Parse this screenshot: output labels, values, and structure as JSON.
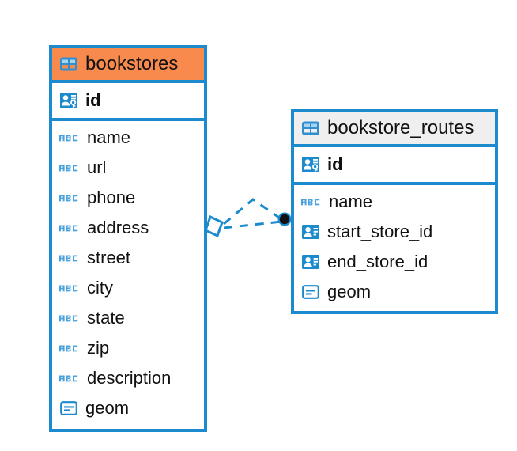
{
  "diagram": {
    "type": "entity-relationship-diagram",
    "background_color": "#ffffff",
    "accent_color": "#1B8BCD",
    "highlight_color": "#F98A4E",
    "neutral_header_color": "#EFEFEF"
  },
  "entities": [
    {
      "name": "bookstores",
      "title": "bookstores",
      "header_style": "accent",
      "header_icon": "table-icon",
      "primary_keys": [
        {
          "label": "id",
          "icon": "primary-key-icon"
        }
      ],
      "fields": [
        {
          "label": "name",
          "icon": "text-abc-icon"
        },
        {
          "label": "url",
          "icon": "text-abc-icon"
        },
        {
          "label": "phone",
          "icon": "text-abc-icon"
        },
        {
          "label": "address",
          "icon": "text-abc-icon"
        },
        {
          "label": "street",
          "icon": "text-abc-icon"
        },
        {
          "label": "city",
          "icon": "text-abc-icon"
        },
        {
          "label": "state",
          "icon": "text-abc-icon"
        },
        {
          "label": "zip",
          "icon": "text-abc-icon"
        },
        {
          "label": "description",
          "icon": "text-abc-icon"
        },
        {
          "label": "geom",
          "icon": "geometry-icon"
        }
      ]
    },
    {
      "name": "bookstore_routes",
      "title": "bookstore_routes",
      "header_style": "neutral",
      "header_icon": "table-icon",
      "primary_keys": [
        {
          "label": "id",
          "icon": "primary-key-icon"
        }
      ],
      "fields": [
        {
          "label": "name",
          "icon": "text-abc-icon"
        },
        {
          "label": "start_store_id",
          "icon": "foreign-key-icon"
        },
        {
          "label": "end_store_id",
          "icon": "foreign-key-icon"
        },
        {
          "label": "geom",
          "icon": "geometry-icon"
        }
      ]
    }
  ],
  "relationships": [
    {
      "name": "bookstores-to-bookstore_routes",
      "from_entity": "bookstores",
      "to_entity": "bookstore_routes",
      "line_style": "dashed",
      "from_endpoint": "diamond",
      "to_endpoint": "filled-circle",
      "branch_count": 2
    }
  ]
}
